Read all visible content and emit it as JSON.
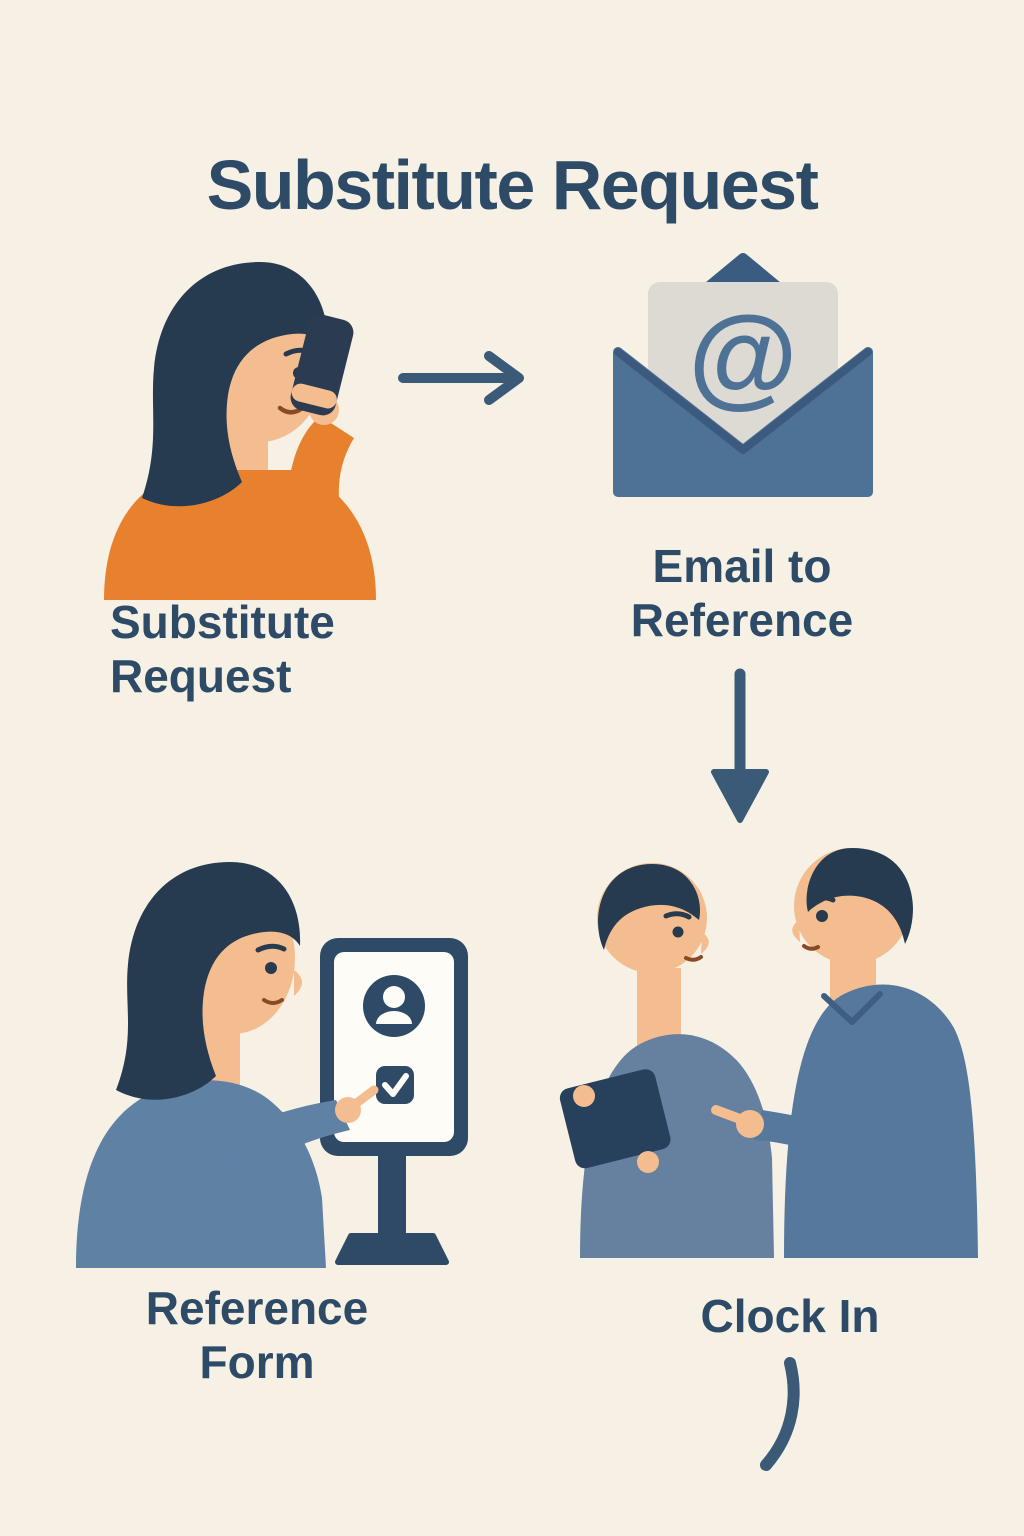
{
  "title": "Substitute Request",
  "steps": [
    {
      "id": "substitute-request",
      "label": "Substitute\nRequest",
      "illustration": "woman-on-phone"
    },
    {
      "id": "email-to-reference",
      "label": "Email to\nReference",
      "illustration": "open-envelope",
      "symbol": "@"
    },
    {
      "id": "reference-form",
      "label": "Reference\nForm",
      "illustration": "woman-at-kiosk"
    },
    {
      "id": "clock-in",
      "label": "Clock In",
      "illustration": "two-men-with-tablet"
    }
  ],
  "colors": {
    "background": "#f7f1e5",
    "heading_text": "#2d4a66",
    "arrow": "#3a5a78",
    "sweater_orange": "#e8812e",
    "skin": "#f4bd90",
    "hair_navy": "#263a50",
    "clothing_blue": "#5e81a4",
    "clothing_blue_gray": "#66809f",
    "envelope_body": "#4e7296",
    "envelope_flap": "#3a5c80",
    "paper_gray": "#dcdad2",
    "device_navy": "#2e4a66",
    "screen_white": "#fdfcf7"
  }
}
